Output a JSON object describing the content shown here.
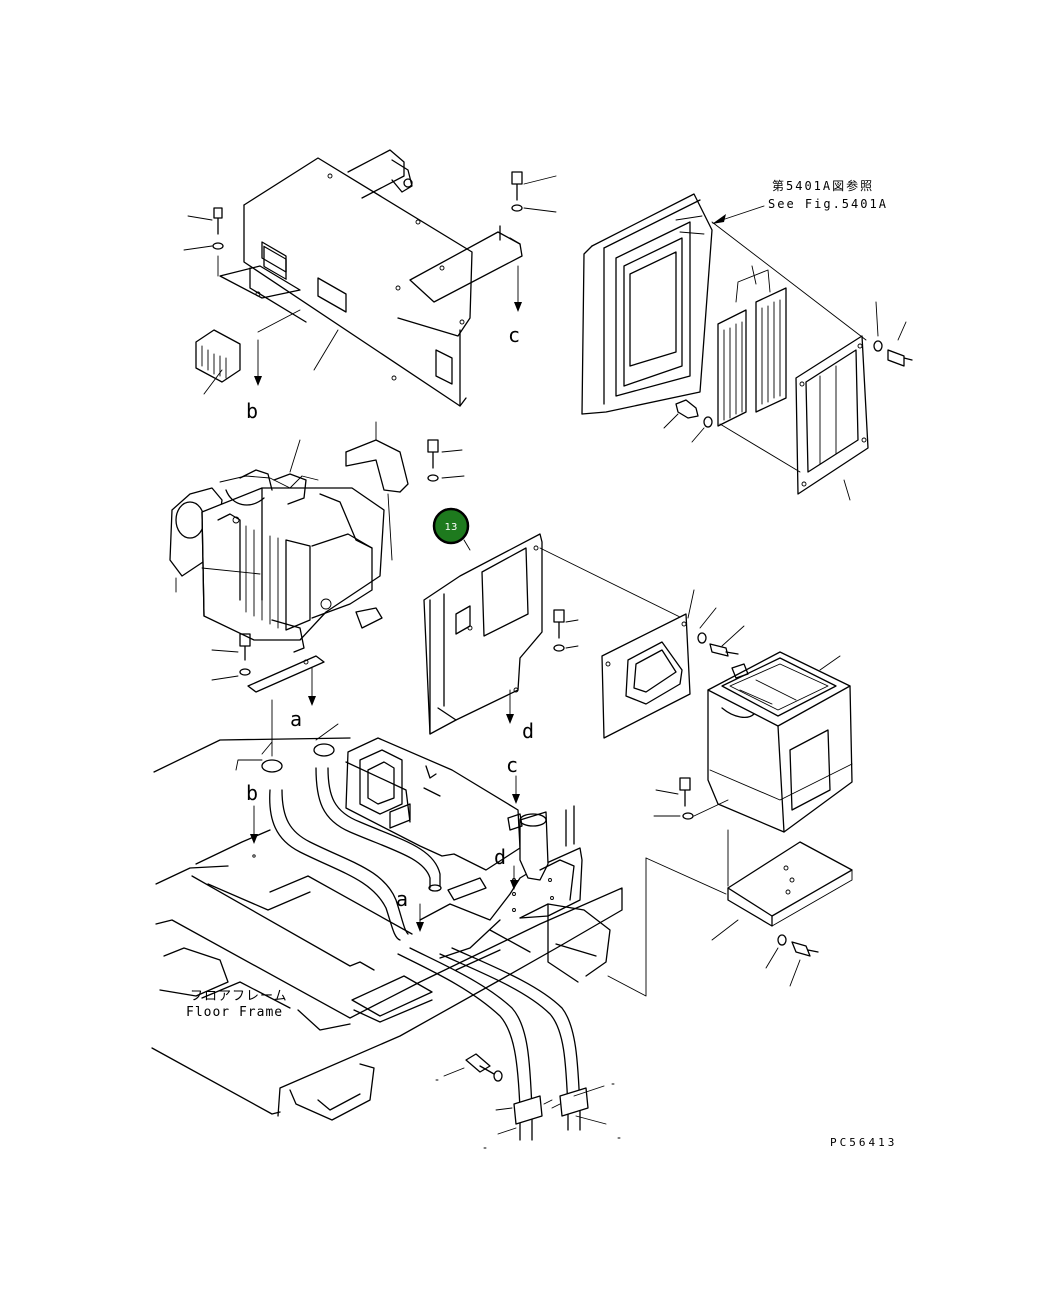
{
  "diagram": {
    "drawing_code": "PC56413",
    "reference_jp": "第5401A図参照",
    "reference_en": "See Fig.5401A",
    "floor_label_jp": "フロアフレーム",
    "floor_label_en": "Floor Frame",
    "callout": {
      "number": "13",
      "color": "#1e7a1e"
    },
    "connection_labels": {
      "a_upper": "a",
      "b_upper": "b",
      "c_upper": "c",
      "d_upper": "d",
      "a_lower": "a",
      "b_lower": "b",
      "c_lower": "c",
      "d_lower": "d"
    }
  }
}
